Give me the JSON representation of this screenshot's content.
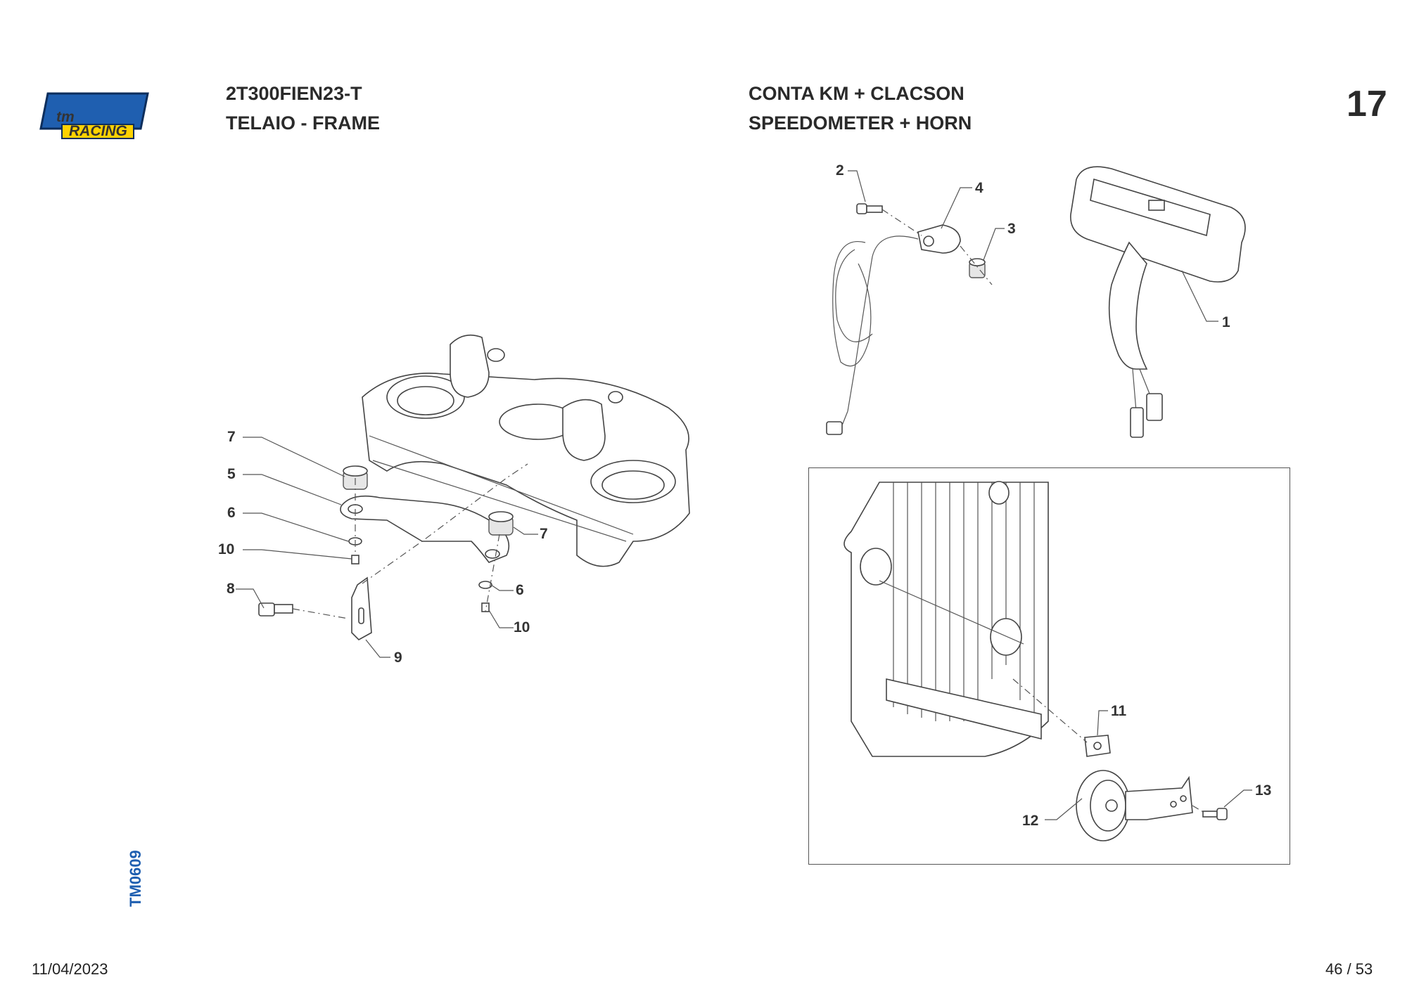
{
  "brand": {
    "logo_text": "tm",
    "logo_subtext": "RACING",
    "logo_color": "#1f5fb0"
  },
  "header": {
    "model_code": "2T300FIEN23-T",
    "section_it_en": "TELAIO - FRAME",
    "group_it": "CONTA KM + CLACSON",
    "group_en": "SPEEDOMETER + HORN",
    "table_number": "17"
  },
  "side_code": "TM0609",
  "footer": {
    "date": "11/04/2023",
    "page": "46 / 53"
  },
  "callouts": {
    "c1": "1",
    "c2": "2",
    "c3": "3",
    "c4": "4",
    "c5": "5",
    "c6a": "6",
    "c6b": "6",
    "c7a": "7",
    "c7b": "7",
    "c8": "8",
    "c9": "9",
    "c10a": "10",
    "c10b": "10",
    "c11": "11",
    "c12": "12",
    "c13": "13"
  }
}
